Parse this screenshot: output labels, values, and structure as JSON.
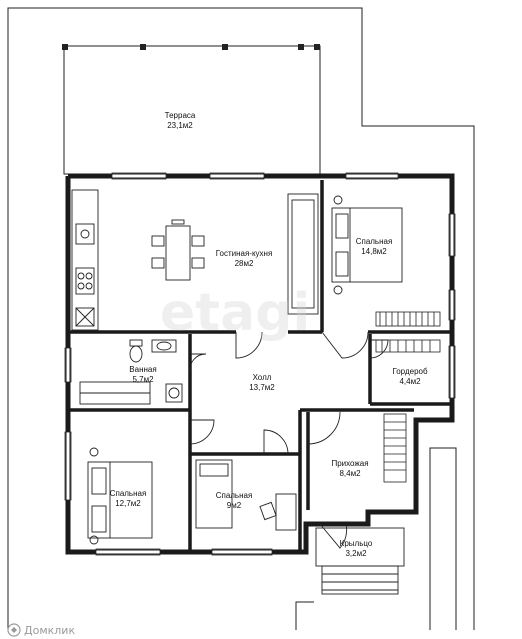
{
  "plan": {
    "rooms": [
      {
        "id": "terrace",
        "name": "Терраса",
        "area": "23,1м2"
      },
      {
        "id": "living",
        "name": "Гостиная-кухня",
        "area": "28м2"
      },
      {
        "id": "bedroom1",
        "name": "Спальная",
        "area": "14,8м2"
      },
      {
        "id": "bath",
        "name": "Ванная",
        "area": "5,7м2"
      },
      {
        "id": "hall",
        "name": "Холл",
        "area": "13,7м2"
      },
      {
        "id": "wardrobe",
        "name": "Гордероб",
        "area": "4,4м2"
      },
      {
        "id": "bedroom2",
        "name": "Спальная",
        "area": "12,7м2"
      },
      {
        "id": "bedroom3",
        "name": "Спальная",
        "area": "9м2"
      },
      {
        "id": "entry",
        "name": "Прихожая",
        "area": "8,4м2"
      },
      {
        "id": "porch",
        "name": "Крыльцо",
        "area": "3,2м2"
      }
    ],
    "watermark": "etagi",
    "brand": "Домклик",
    "colors": {
      "wall": "#1a1a1a",
      "line": "#222222",
      "background": "#ffffff"
    }
  }
}
